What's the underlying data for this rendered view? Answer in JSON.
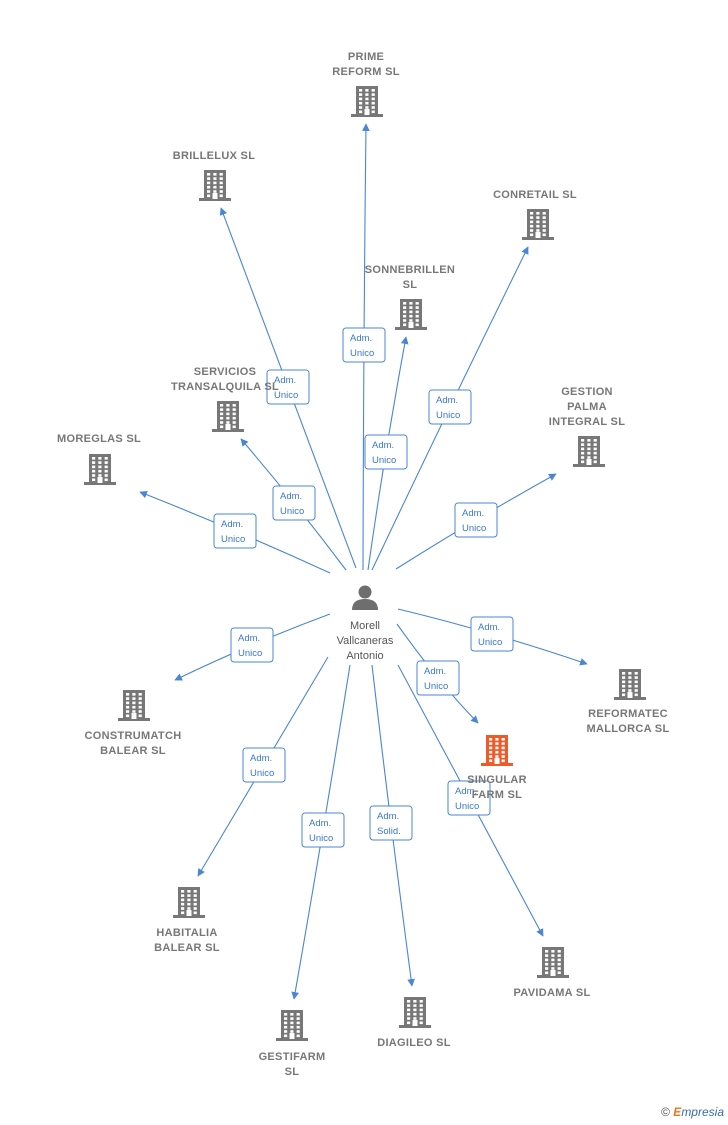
{
  "center": {
    "name_lines": [
      "Morell",
      "Vallcaneras",
      "Antonio"
    ],
    "icon": "person-icon"
  },
  "companies": [
    {
      "id": "prime-reform",
      "lines": [
        "PRIME",
        "REFORM  SL"
      ],
      "highlight": false
    },
    {
      "id": "brillelux",
      "lines": [
        "BRILLELUX SL"
      ],
      "highlight": false
    },
    {
      "id": "conretail",
      "lines": [
        "CONRETAIL  SL"
      ],
      "highlight": false
    },
    {
      "id": "sonnebrillen",
      "lines": [
        "SONNEBRILLEN",
        "SL"
      ],
      "highlight": false
    },
    {
      "id": "servicios-transalquila",
      "lines": [
        "SERVICIOS",
        "TRANSALQUILA  SL"
      ],
      "highlight": false
    },
    {
      "id": "gestion-palma",
      "lines": [
        "GESTION",
        "PALMA",
        "INTEGRAL  SL"
      ],
      "highlight": false
    },
    {
      "id": "moreglas",
      "lines": [
        "MOREGLAS  SL"
      ],
      "highlight": false
    },
    {
      "id": "construmatch",
      "lines": [
        "CONSTRUMATCH",
        "BALEAR  SL"
      ],
      "highlight": false
    },
    {
      "id": "reformatec",
      "lines": [
        "REFORMATEC",
        "MALLORCA  SL"
      ],
      "highlight": false
    },
    {
      "id": "singular-farm",
      "lines": [
        "SINGULAR",
        "FARM  SL"
      ],
      "highlight": true
    },
    {
      "id": "habitalia",
      "lines": [
        "HABITALIA",
        "BALEAR  SL"
      ],
      "highlight": false
    },
    {
      "id": "gestifarm",
      "lines": [
        "GESTIFARM",
        "SL"
      ],
      "highlight": false
    },
    {
      "id": "diagileo",
      "lines": [
        "DIAGILEO SL"
      ],
      "highlight": false
    },
    {
      "id": "pavidama",
      "lines": [
        "PAVIDAMA  SL"
      ],
      "highlight": false
    }
  ],
  "edges": [
    {
      "to": "prime-reform",
      "label": [
        "Adm.",
        "Unico"
      ]
    },
    {
      "to": "brillelux",
      "label": [
        "Adm.",
        "Unico"
      ]
    },
    {
      "to": "conretail",
      "label": [
        "Adm.",
        "Unico"
      ]
    },
    {
      "to": "sonnebrillen",
      "label": [
        "Adm.",
        "Unico"
      ]
    },
    {
      "to": "servicios-transalquila",
      "label": [
        "Adm.",
        "Unico"
      ]
    },
    {
      "to": "gestion-palma",
      "label": [
        "Adm.",
        "Unico"
      ]
    },
    {
      "to": "moreglas",
      "label": [
        "Adm.",
        "Unico"
      ]
    },
    {
      "to": "construmatch",
      "label": [
        "Adm.",
        "Unico"
      ]
    },
    {
      "to": "reformatec",
      "label": [
        "Adm.",
        "Unico"
      ]
    },
    {
      "to": "singular-farm",
      "label": [
        "Adm.",
        "Unico"
      ]
    },
    {
      "to": "habitalia",
      "label": [
        "Adm.",
        "Unico"
      ]
    },
    {
      "to": "gestifarm",
      "label": [
        "Adm.",
        "Unico"
      ]
    },
    {
      "to": "diagileo",
      "label": [
        "Adm.",
        "Solid."
      ]
    },
    {
      "to": "pavidama",
      "label": [
        "Adm.",
        "Unico"
      ]
    }
  ],
  "colors": {
    "edge": "#4a86d4",
    "building": "#777777",
    "highlight": "#f05a28"
  },
  "footer": {
    "copyright": "©",
    "brand_first": "E",
    "brand_rest": "mpresia"
  }
}
